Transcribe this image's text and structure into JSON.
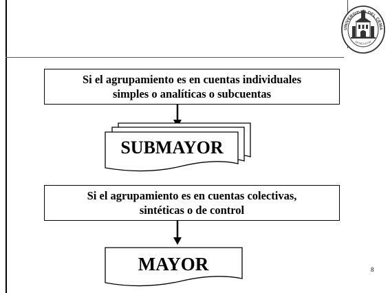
{
  "slide": {
    "box_top": {
      "line1": "Si el agrupamiento es en cuentas individuales",
      "line2": "simples o analíticas o subcuentas"
    },
    "doc_submayor": "SUBMAYOR",
    "box_bottom": {
      "line1": "Si el agrupamiento es en cuentas colectivas,",
      "line2": "sintéticas o de control"
    },
    "doc_mayor": "MAYOR",
    "page_number": "8"
  },
  "logo": {
    "ring_top": "UNIVERSIDAD DEL CEMA",
    "ring_bottom": "MCMLXXVIII"
  },
  "colors": {
    "ink": "#000000",
    "background": "#ffffff",
    "seal": "#333333"
  }
}
